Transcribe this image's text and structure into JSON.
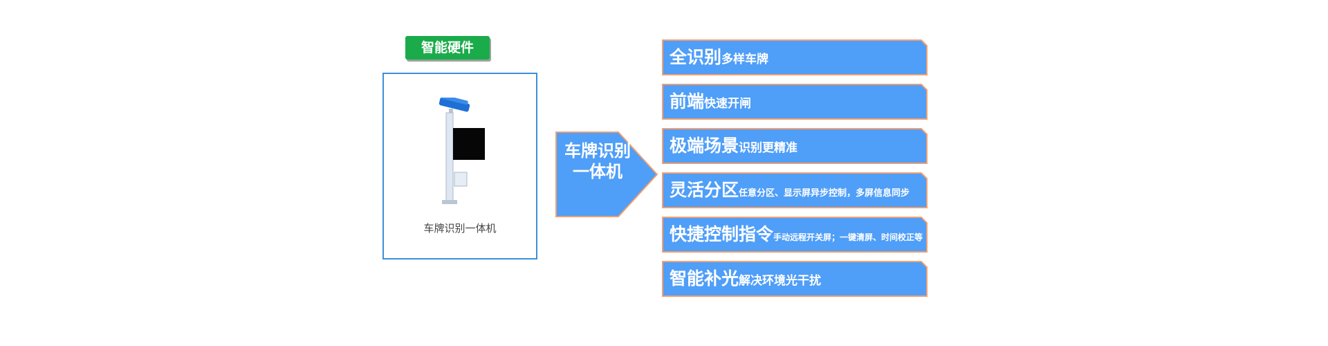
{
  "tag": {
    "label": "智能硬件"
  },
  "product": {
    "caption": "车牌识别一体机"
  },
  "center": {
    "label": "车牌识别一体机"
  },
  "features": [
    {
      "title": "全识别",
      "desc": "多样车牌"
    },
    {
      "title": "前端",
      "desc": "快速开闸"
    },
    {
      "title": "极端场景",
      "desc": "识别更精准"
    },
    {
      "title": "灵活分区",
      "desc": "任意分区、显示屏异步控制，多屏信息同步"
    },
    {
      "title": "快捷控制指令",
      "desc": "手动远程开关屏；一键清屏、时间校正等"
    },
    {
      "title": "智能补光",
      "desc": "解决环境光干扰"
    }
  ],
  "colors": {
    "banner_fill": "#4f9ef8",
    "banner_border": "#f0a070",
    "tag_green": "#1aab4a",
    "box_border": "#3c8fd8"
  }
}
